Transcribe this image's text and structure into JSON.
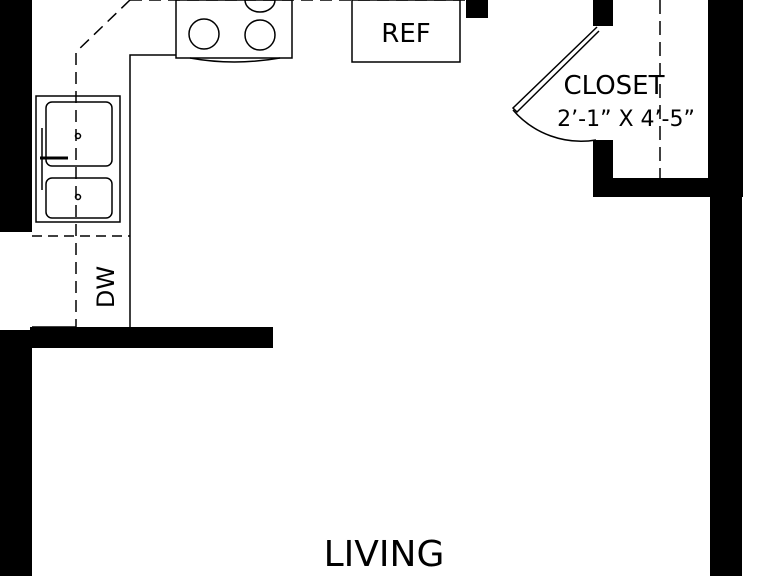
{
  "labels": {
    "refrigerator": "REF",
    "closet_name": "CLOSET",
    "closet_size": "2’-1” X 4’-5”",
    "dishwasher": "DW",
    "living": "LIVING"
  },
  "colors": {
    "wall": "#000000",
    "line": "#000000",
    "background": "#ffffff"
  }
}
